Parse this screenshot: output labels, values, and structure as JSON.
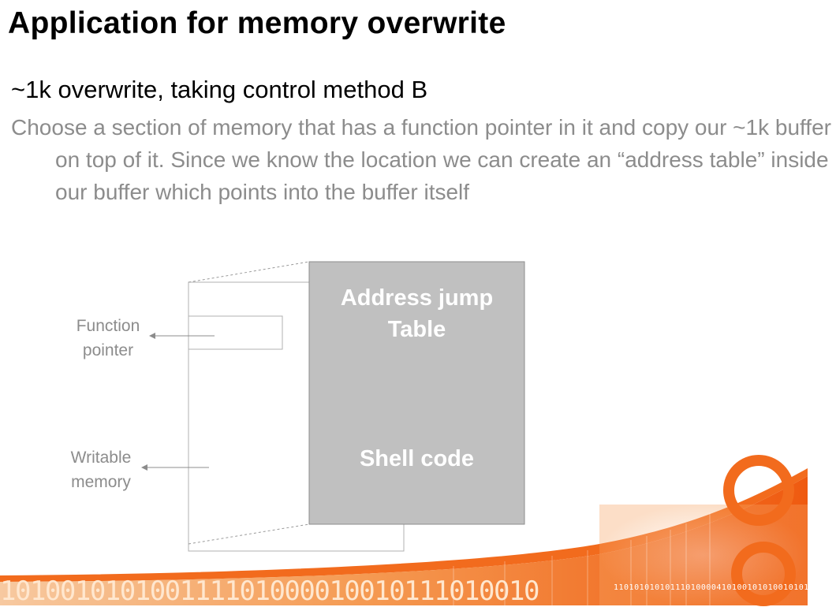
{
  "slide": {
    "title": "Application for memory overwrite",
    "subtitle": "~1k overwrite, taking control method B",
    "body": "Choose a section of memory that has a function pointer in it and copy our ~1k buffer on top of it. Since we know the location we can create an “address table” inside our buffer which points into the buffer itself"
  },
  "diagram": {
    "address_table_label_line1": "Address jump",
    "address_table_label_line2": "Table",
    "shell_code_label": "Shell code",
    "function_pointer_line1": "Function",
    "function_pointer_line2": "pointer",
    "writable_memory_line1": "Writable",
    "writable_memory_line2": "memory"
  },
  "footer": {
    "binary_large": "101001010100111101000010010111010010",
    "binary_small": "110101010101110100004101001010100101010"
  },
  "colors": {
    "buffer_fill": "#c0c0c0",
    "orange_accent": "#f26b1d",
    "gray_text": "#8c8c8c"
  }
}
